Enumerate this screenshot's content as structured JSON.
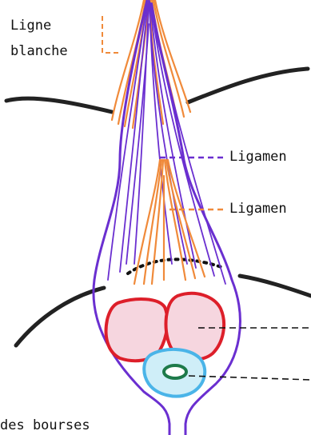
{
  "labels": {
    "linea_alba_line1": "Ligne",
    "linea_alba_line2": "blanche",
    "ligament_1": "Ligamen",
    "ligament_2": "Ligamen",
    "scrotum": "des bourses"
  },
  "colors": {
    "ligament_purple": "#6a2fd0",
    "muscle_orange": "#f08a3a",
    "corpus_red": "#dd1f2a",
    "corpus_fill": "#f6d6df",
    "urethra_blue": "#4ab4e8",
    "urethra_fill": "#cfeef8",
    "urethral_canal_green": "#1e7a4a",
    "skin_line": "#222222"
  }
}
